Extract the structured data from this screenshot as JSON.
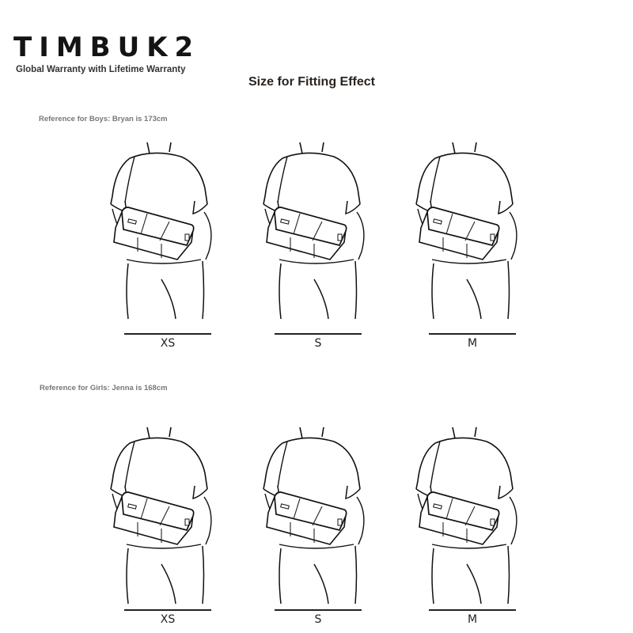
{
  "header": {
    "brand": "TIMBUK2",
    "tagline": "Global Warranty with Lifetime Warranty",
    "title": "Size for Fitting Effect"
  },
  "sections": [
    {
      "reference": "Reference for Boys: Bryan is 173cm",
      "figures": [
        {
          "size": "XS",
          "icon": "person-with-messenger-bag"
        },
        {
          "size": "S",
          "icon": "person-with-messenger-bag"
        },
        {
          "size": "M",
          "icon": "person-with-messenger-bag"
        }
      ]
    },
    {
      "reference": "Reference for Girls: Jenna is 168cm",
      "figures": [
        {
          "size": "XS",
          "icon": "person-with-messenger-bag"
        },
        {
          "size": "S",
          "icon": "person-with-messenger-bag"
        },
        {
          "size": "M",
          "icon": "person-with-messenger-bag"
        }
      ]
    }
  ]
}
